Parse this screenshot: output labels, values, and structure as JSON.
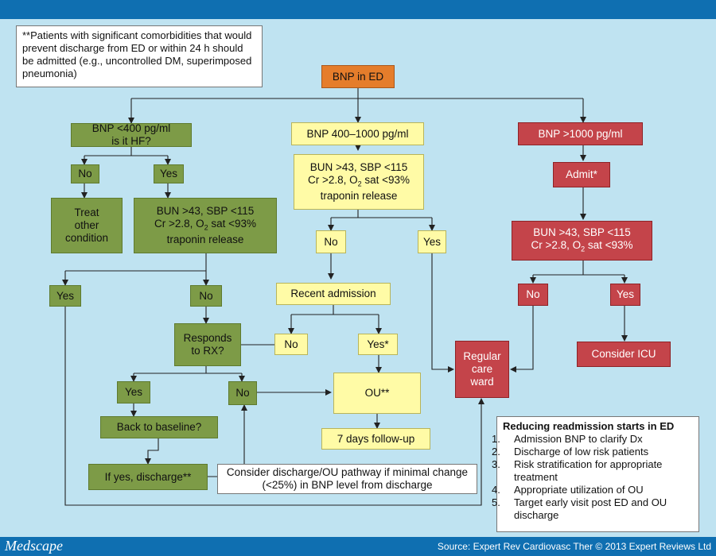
{
  "nodes": {
    "bnp_ed": "BNP in ED",
    "note_comorbid": "**Patients with significant comorbidities that would prevent discharge from ED or within 24 h should be admitted (e.g., uncontrolled DM, superimposed pneumonia)",
    "left_bnp_line1": "BNP <400 pg/ml",
    "left_bnp_line2": "is it HF?",
    "left_no": "No",
    "left_yes": "Yes",
    "treat_line1": "Treat",
    "treat_line2": "other",
    "treat_line3": "condition",
    "crit_left_line1": "BUN >43, SBP <115",
    "crit_left_line2_a": "Cr >2.8, O",
    "crit_left_line2_sub": "2",
    "crit_left_line2_b": " sat <93%",
    "crit_left_line3": "traponin release",
    "left_yes2": "Yes",
    "left_no2": "No",
    "responds_line1": "Responds",
    "responds_line2": "to RX?",
    "resp_yes": "Yes",
    "resp_no": "No",
    "back_baseline": "Back to baseline?",
    "if_yes_discharge": "If yes, discharge**",
    "mid_bnp": "BNP 400–1000 pg/ml",
    "crit_mid_line1": "BUN >43, SBP <115",
    "crit_mid_line2_a": "Cr >2.8, O",
    "crit_mid_line2_sub": "2",
    "crit_mid_line2_b": " sat <93%",
    "crit_mid_line3": "traponin release",
    "mid_no": "No",
    "mid_yes": "Yes",
    "recent_admission": "Recent admission",
    "recent_no": "No",
    "recent_yes": "Yes*",
    "ou": "OU**",
    "followup": "7 days follow-up",
    "consider_discharge": "Consider discharge/OU pathway if minimal change (<25%) in BNP level from discharge",
    "regular_line1": "Regular",
    "regular_line2": "care",
    "regular_line3": "ward",
    "right_bnp": "BNP >1000 pg/ml",
    "admit": "Admit*",
    "crit_right_line1": "BUN >43, SBP <115",
    "crit_right_line2_a": "Cr >2.8, O",
    "crit_right_line2_sub": "2",
    "crit_right_line2_b": " sat <93%",
    "right_no": "No",
    "right_yes": "Yes",
    "consider_icu": "Consider ICU"
  },
  "reduce": {
    "title": "Reducing readmission starts in ED",
    "items": [
      "Admission BNP to clarify Dx",
      "Discharge of low risk patients",
      "Risk stratification for appropriate treatment",
      "Appropriate utilization of OU",
      "Target early visit post ED and OU discharge"
    ],
    "nums": [
      "1.",
      "2.",
      "3.",
      "4.",
      "5."
    ]
  },
  "footer": {
    "logo": "Medscape",
    "source": "Source: Expert Rev Cardiovasc Ther © 2013 Expert Reviews Ltd"
  },
  "colors": {
    "background": "#bfe3f1",
    "bar": "#0f6fb1",
    "green": "#7d9b47",
    "yellow": "#fffba6",
    "red": "#c4444a",
    "orange": "#e57d2b"
  }
}
